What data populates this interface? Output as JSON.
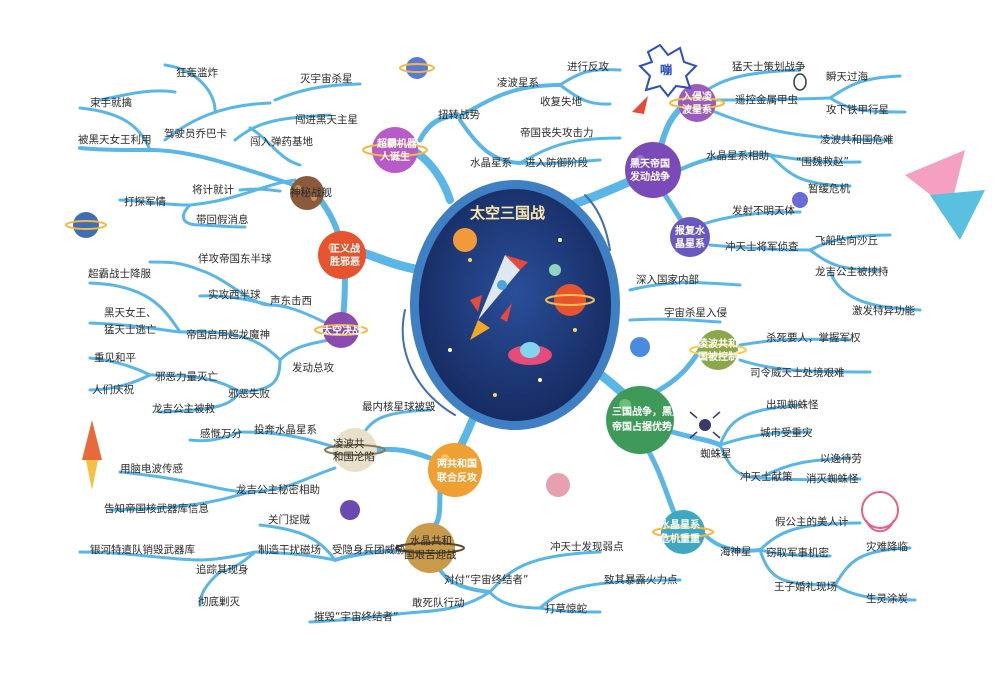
{
  "center": {
    "title": "太空三国战"
  },
  "colors": {
    "branch": "#5bb6e8",
    "center_rim": "#3f7fc4",
    "center_fill": "#1f3b78"
  },
  "sticker": {
    "text": "嘣"
  },
  "planets": {
    "zhengyi": "正义战胜邪恶",
    "shenmi": "神秘战舰",
    "chaoba": "超霸机器人诞生",
    "taikong": "太空决战",
    "heitian": "黑天帝国发动战争",
    "rujin": "入侵凌波星系",
    "baofu": "报复水晶星系",
    "lingbo_bei": "凌波共和国被控制",
    "sanguo": "三国战争，黑天帝国占据优势",
    "shuijing_wei": "水晶星系危机重重",
    "liang": "两共和国联合反攻",
    "lingbo_lun": "凌波共和国沦陷",
    "shuijing_jian": "水晶共和国艰苦迎战"
  },
  "labels": {
    "l01": "灭宇宙杀星",
    "l02": "狂轰滥炸",
    "l03": "束手就擒",
    "l04": "驾驶员乔巴卡",
    "l05": "被黑天女王利用",
    "l06": "闯进黑天主星",
    "l07": "闯入弹药基地",
    "l08": "打探军情",
    "l09": "将计就计",
    "l10": "带回假消息",
    "l11": "扭转战势",
    "l12": "凌波星系",
    "l13": "进行反攻",
    "l14": "收复失地",
    "l15": "帝国丧失攻击力",
    "l16": "水晶星系",
    "l17": "进入防御阶段",
    "l18": "猛天士策划战争",
    "l19": "遥控金属甲虫",
    "l20": "瞬天过海",
    "l21": "攻下铁甲行星",
    "l22": "凌波共和国危难",
    "l23": "水晶星系相助",
    "l24": "“围魏救赵”",
    "l25": "暂缓危机",
    "l26": "发射不明天体",
    "l27": "冲天士将军侦查",
    "l28": "飞船坠向沙丘",
    "l29": "龙吉公主被挟持",
    "l30": "激发特异功能",
    "l31": "超霸战士降服",
    "l32": "佯攻帝国东半球",
    "l33": "实攻西半球",
    "l34": "声东击西",
    "l35": "黑天女王、",
    "l36": "猛天士逃亡",
    "l37": "帝国启用超龙魔神",
    "l38": "发动总攻",
    "l39": "重见和平",
    "l40": "邪恶力量灭亡",
    "l41": "人们庆祝",
    "l42": "邪恶失败",
    "l43": "龙吉公主被救",
    "l44": "深入国家内部",
    "l45": "宇宙杀星入侵",
    "l46": "杀死要人，掌握军权",
    "l47": "司令威天士处境艰难",
    "l48": "出现蜘蛛怪",
    "l49": "城市受重灾",
    "l50": "蜘蛛星",
    "l51": "以逸待劳",
    "l52": "冲天士献策",
    "l53": "消灭蜘蛛怪",
    "l54": "假公主的美人计",
    "l55": "海神星",
    "l56": "窃取军事机密",
    "l57": "灾难降临",
    "l58": "王子婚礼现场",
    "l59": "生灵涂炭",
    "l60": "最内核星球被毁",
    "l61": "感慨万分",
    "l62": "投奔水晶星系",
    "l63": "用脑电波传感",
    "l64": "龙吉公主秘密相助",
    "l65": "告知帝国核武器库信息",
    "l66": "关门捉贼",
    "l67": "银河特遣队销毁武器库",
    "l68": "制造干扰磁场",
    "l69": "受隐身兵团威胁",
    "l70": "追踪其现身",
    "l71": "彻底剿灭",
    "l72": "冲天士发现弱点",
    "l73": "对付“宇宙终结者”",
    "l74": "致其暴露火力点",
    "l75": "打草惊蛇",
    "l76": "敢死队行动",
    "l77": "摧毁“宇宙终结者”"
  }
}
